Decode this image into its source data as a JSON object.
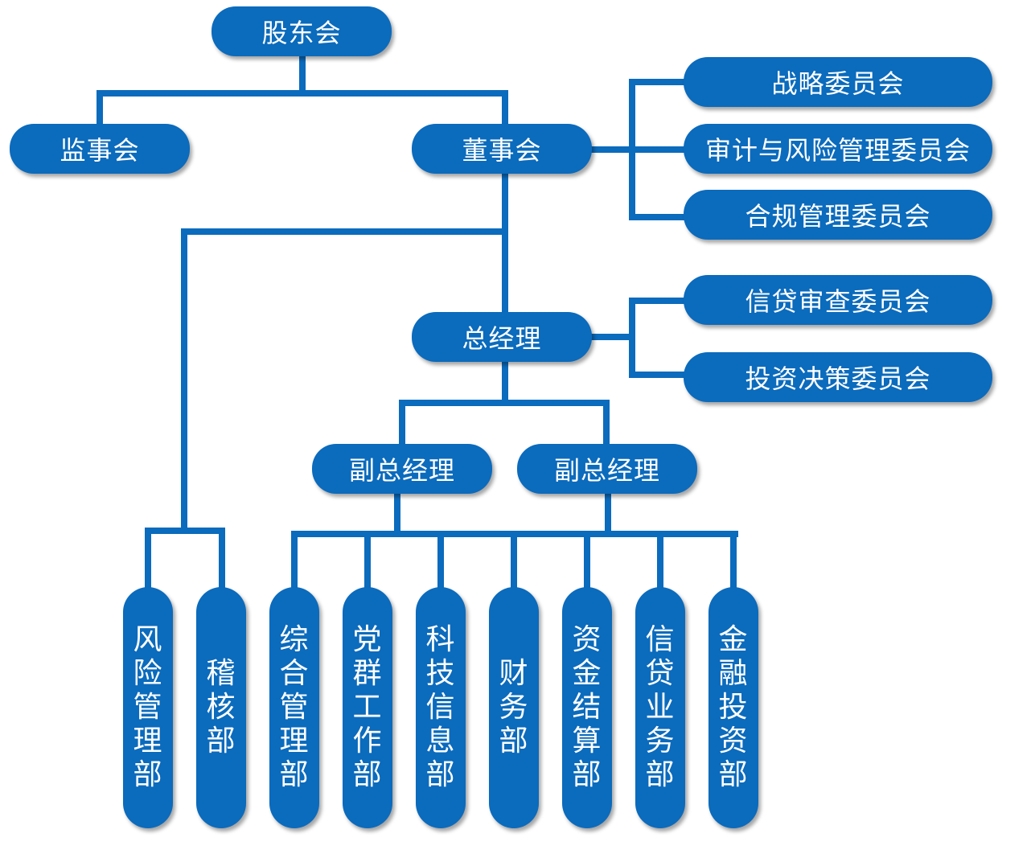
{
  "colors": {
    "node_fill": "#0b6bbd",
    "connector": "#0b6bbd",
    "text": "#ffffff",
    "background": "#ffffff"
  },
  "nodes": {
    "shareholders": "股东会",
    "supervisory_board": "监事会",
    "board_of_directors": "董事会",
    "strategy_committee": "战略委员会",
    "audit_risk_committee": "审计与风险管理委员会",
    "compliance_committee": "合规管理委员会",
    "credit_review_committee": "信贷审查委员会",
    "investment_committee": "投资决策委员会",
    "general_manager": "总经理",
    "deputy_gm_1": "副总经理",
    "deputy_gm_2": "副总经理"
  },
  "departments": [
    "风险管理部",
    "稽核部",
    "综合管理部",
    "党群工作部",
    "科技信息部",
    "财务部",
    "资金结算部",
    "信贷业务部",
    "金融投资部"
  ]
}
